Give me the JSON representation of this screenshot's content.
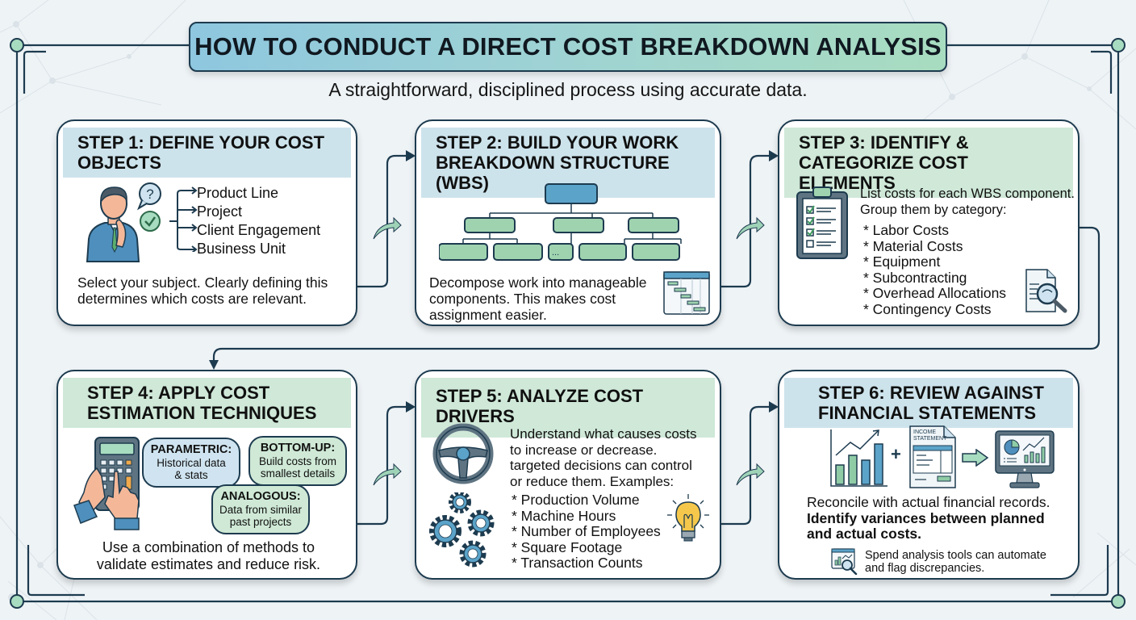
{
  "header": {
    "title": "HOW TO CONDUCT A DIRECT COST BREAKDOWN ANALYSIS",
    "subtitle": "A straightforward, disciplined process using accurate data."
  },
  "colors": {
    "outline": "#1d3b4f",
    "header_blue": "#cde3ec",
    "header_green": "#cfe8d8",
    "accent_blue": "#5ba3c9",
    "accent_green": "#8fcca6",
    "background": "#eef3f6"
  },
  "steps": [
    {
      "title_line1": "STEP 1: DEFINE YOUR COST",
      "title_line2": "OBJECTS",
      "icon": "thinking-person-icon",
      "options": [
        "Product Line",
        "Project",
        "Client Engagement",
        "Business Unit"
      ],
      "description_line1": "Select your subject. Clearly defining this",
      "description_line2": "determines which costs are relevant."
    },
    {
      "title_line1": "STEP 2: BUILD YOUR WORK",
      "title_line2": "BREAKDOWN STRUCTURE (WBS)",
      "icon": "wbs-tree-icon",
      "ellipsis": "...",
      "description_line1": "Decompose work into manageable",
      "description_line2": "components. This makes cost",
      "description_line3": "assignment easier."
    },
    {
      "title_line1": "STEP 3: IDENTIFY &",
      "title_line2": "CATEGORIZE COST ELEMENTS",
      "icon": "checklist-clipboard-icon",
      "intro_line1": "List costs for each WBS component.",
      "intro_line2": "Group them by category:",
      "categories": [
        "* Labor Costs",
        "* Material Costs",
        "* Equipment",
        "* Subcontracting",
        "* Overhead Allocations",
        "* Contingency Costs"
      ]
    },
    {
      "title_line1": "STEP 4: APPLY COST",
      "title_line2": "ESTIMATION TECHNIQUES",
      "icon": "calculator-hand-icon",
      "techniques": [
        {
          "name": "PARAMETRIC:",
          "line1": "Historical data",
          "line2": "& stats"
        },
        {
          "name": "BOTTOM-UP:",
          "line1": "Build costs from",
          "line2": "smallest details"
        },
        {
          "name": "ANALOGOUS:",
          "line1": "Data from similar",
          "line2": "past projects"
        }
      ],
      "description_line1": "Use a combination of methods to",
      "description_line2": "validate estimates and reduce risk."
    },
    {
      "title_line1": "STEP 5: ANALYZE COST DRIVERS",
      "icon": "steering-wheel-icon",
      "intro_lines": [
        "Understand what causes costs",
        "to increase or decrease.",
        "targeted decisions can control",
        "or reduce them. Examples:"
      ],
      "drivers": [
        "* Production Volume",
        "* Machine Hours",
        "* Number of Employees",
        "* Square Footage",
        "* Transaction Counts"
      ]
    },
    {
      "title_line1": "STEP 6: REVIEW AGAINST",
      "title_line2": "FINANCIAL STATEMENTS",
      "statement_label_line1": "INCOME",
      "statement_label_line2": "STATEMENT",
      "description_line1": "Reconcile with actual financial records.",
      "description_line2": "Identify variances between planned",
      "description_line3": "and actual costs.",
      "tip_line1": "Spend analysis tools can automate",
      "tip_line2": "and flag discrepancies."
    }
  ]
}
